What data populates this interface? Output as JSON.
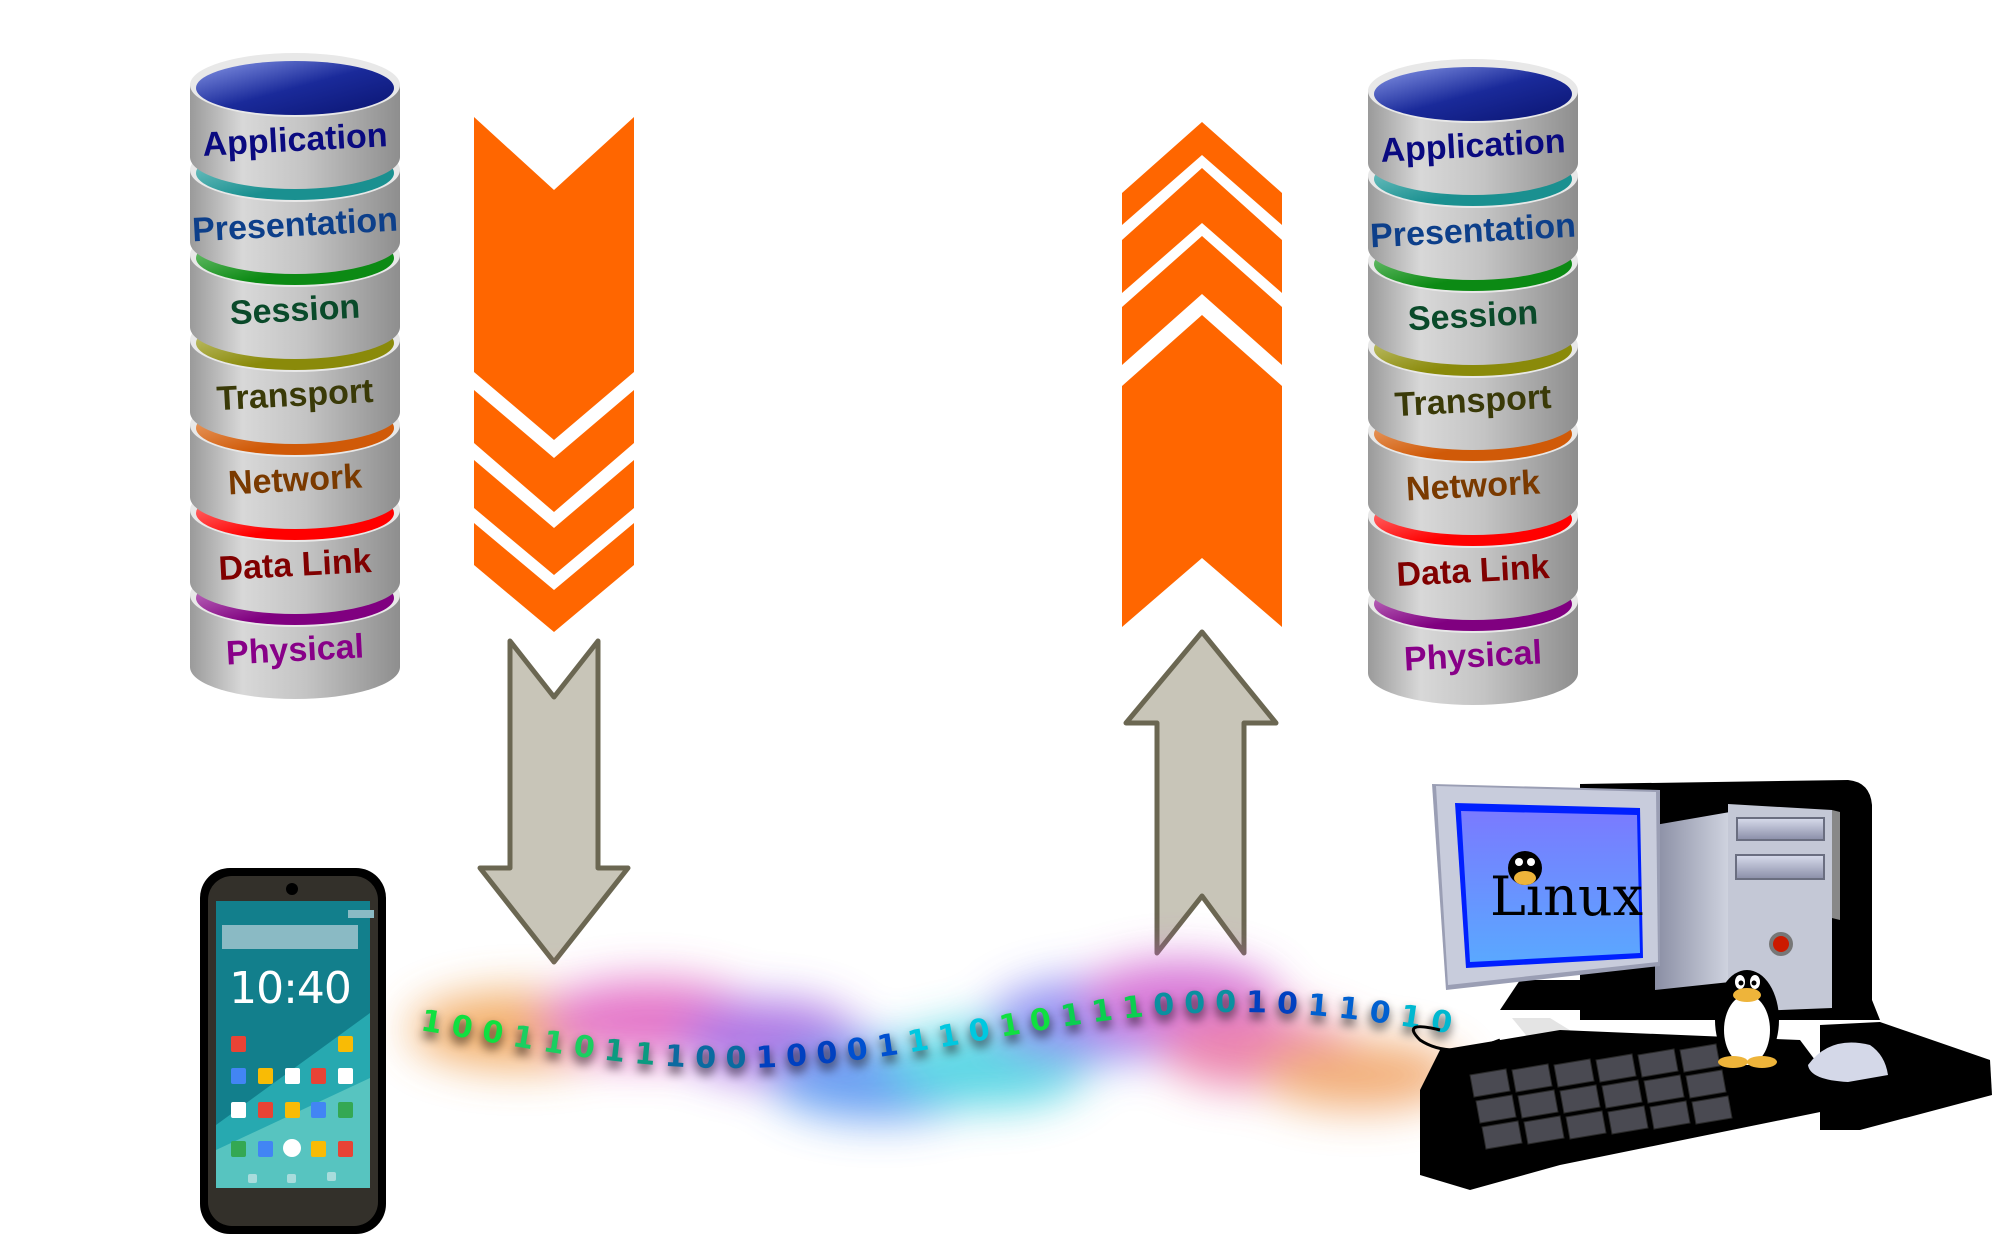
{
  "title": "OSI model data transmission between devices",
  "layers": [
    {
      "name": "Application",
      "text_color": "#0a0a80",
      "band_color": "#1a2a9a",
      "band_light": "#7a8ae0"
    },
    {
      "name": "Presentation",
      "text_color": "#0d3f8a",
      "band_color": "#1a9090",
      "band_light": "#8ad0d0"
    },
    {
      "name": "Session",
      "text_color": "#0a4a2a",
      "band_color": "#0c8a14",
      "band_light": "#8ad08a"
    },
    {
      "name": "Transport",
      "text_color": "#3a3a08",
      "band_color": "#8a8a0a",
      "band_light": "#d0d08a"
    },
    {
      "name": "Network",
      "text_color": "#7a3a00",
      "band_color": "#d05a08",
      "band_light": "#f0b080"
    },
    {
      "name": "Data Link",
      "text_color": "#800000",
      "band_color": "#ff0000",
      "band_light": "#ff9090"
    },
    {
      "name": "Physical",
      "text_color": "#880088",
      "band_color": "#800080",
      "band_light": "#d090d0"
    }
  ],
  "stacks": [
    {
      "id": "sender",
      "label": "sender-osi-stack"
    },
    {
      "id": "receiver",
      "label": "receiver-osi-stack"
    }
  ],
  "arrows": {
    "encapsulation_direction": "down",
    "decapsulation_direction": "up",
    "orange_color": "#ff6600",
    "gray_fill": "#c8c5b8",
    "gray_stroke": "#6b6752"
  },
  "phone": {
    "time": "10:40"
  },
  "binary_stream": "1001101110010001110101110001011010",
  "computer": {
    "screen_text": "Linux"
  }
}
